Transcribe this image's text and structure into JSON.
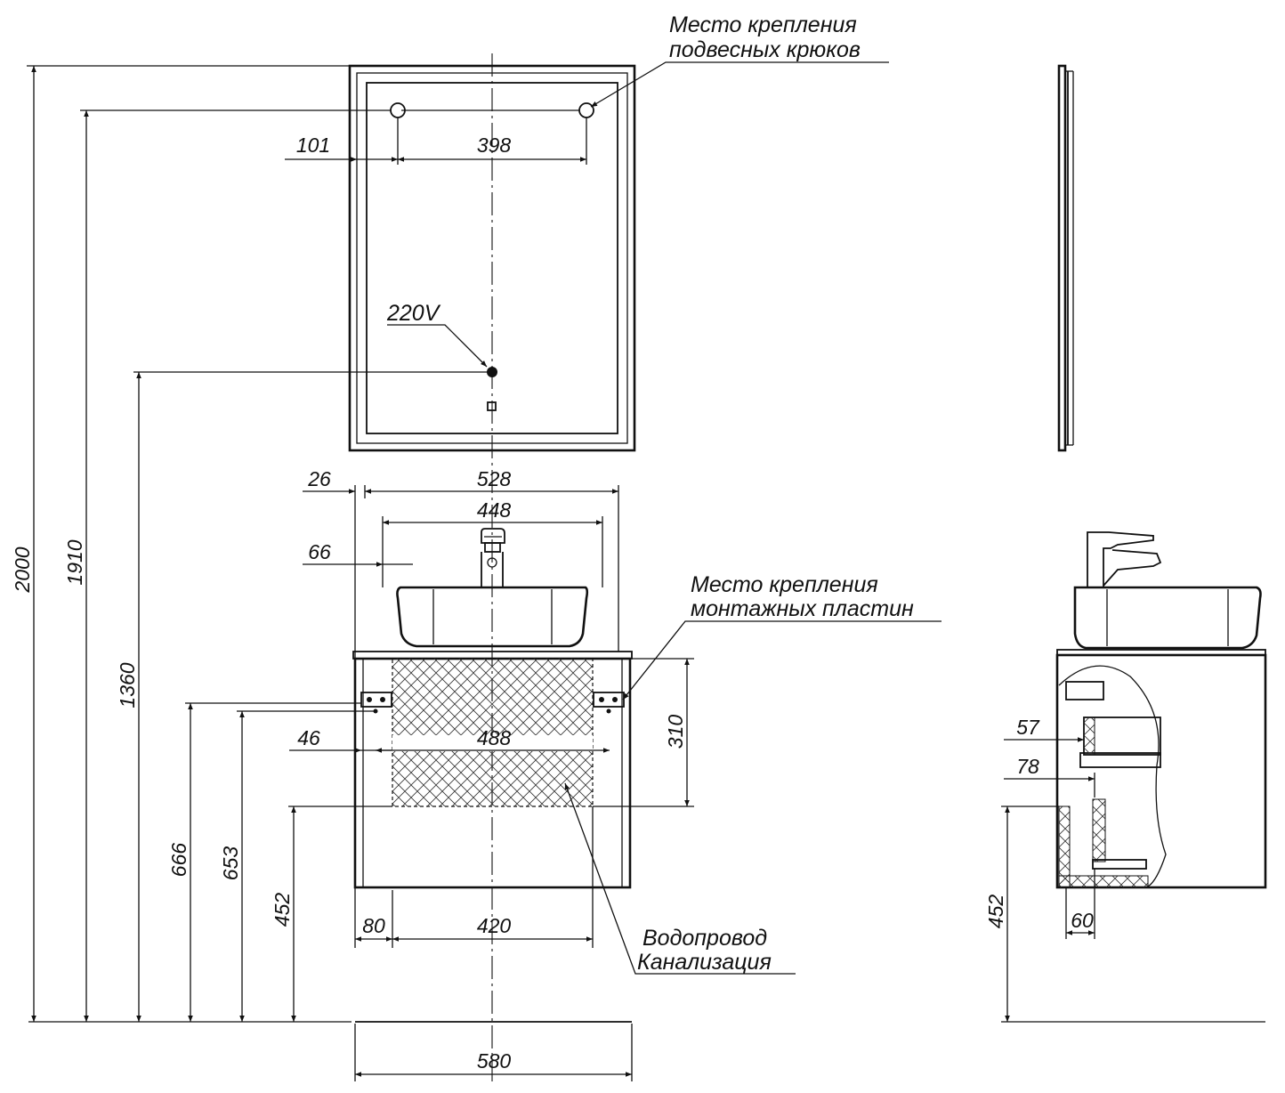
{
  "labels": {
    "hooks_line1": "Место крепления",
    "hooks_line2": "подвесных крюков",
    "plates_line1": "Место крепления",
    "plates_line2": "монтажных пластин",
    "pipes_line1": "Водопровод",
    "pipes_line2": "Канализация",
    "power": "220V"
  },
  "dimensions": {
    "total_height": "2000",
    "hook_height": "1910",
    "socket_height": "1360",
    "plate_height_outer": "666",
    "plate_height_inner": "653",
    "pipe_zone_bottom": "452",
    "mirror_edge_offset": "101",
    "hook_spacing": "398",
    "countertop_overhang": "26",
    "cabinet_width": "528",
    "basin_width": "448",
    "basin_offset": "66",
    "plate_offset": "46",
    "plate_spacing": "488",
    "pipe_zone_height": "310",
    "pipe_zone_offset": "80",
    "pipe_zone_width": "420",
    "overall_width": "580",
    "side_pipe_height": "452",
    "side_depth_57": "57",
    "side_depth_78": "78",
    "side_depth_60": "60"
  }
}
